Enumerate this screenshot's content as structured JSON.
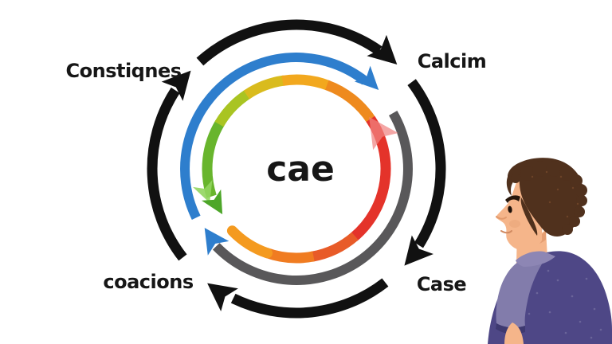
{
  "scene": {
    "background": "#ffffff",
    "labels": {
      "center": "cae",
      "top_left": "Constiqnes",
      "top_right": "Calcim",
      "bottom_right": "Case",
      "bottom_left": "coacions"
    }
  },
  "colors": {
    "text": "#161616",
    "black": "#111111",
    "blue": "#2e7ecd",
    "gray": "#59585a",
    "green": "#68b52d",
    "green_dark": "#4da629",
    "green_light": "#92d55f",
    "yellow_green": "#a9c422",
    "yellow": "#d9bb1d",
    "amber": "#f2a81e",
    "orange_deep": "#ee8a1e",
    "red": "#e4332a",
    "red_orange": "#e85b28",
    "orange_mid": "#f07c21",
    "orange": "#f49a1f",
    "pink": "#f08482",
    "skin": "#f5b58a",
    "skin_shadow": "#e29a6d",
    "lip": "#d18a61",
    "hair": "#50311d",
    "hair_highlight": "#7a4c2c",
    "shirt": "#4e4786",
    "sleeve": "#827cab",
    "collar": "#8d86b4",
    "hem": "#3e3970",
    "eye": "#1c1009",
    "brow": "#27170c",
    "speckle": "#ffffff"
  }
}
